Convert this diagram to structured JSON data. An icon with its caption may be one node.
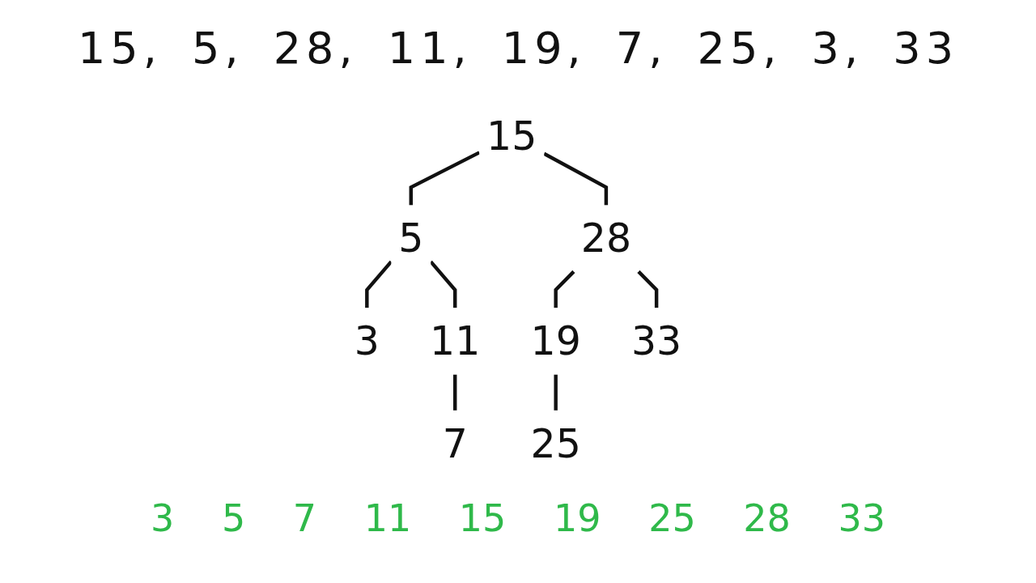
{
  "diagram": {
    "nodes": [
      {
        "text": [
          "15"
        ]
      },
      {
        "text": [
          "5"
        ]
      },
      {
        "text": [
          "28"
        ]
      },
      {
        "text": [
          "3"
        ]
      },
      {
        "text": [
          "11"
        ]
      },
      {
        "text": [
          "19"
        ]
      },
      {
        "text": [
          "33"
        ]
      },
      {
        "text": [
          "7"
        ]
      },
      {
        "text": [
          "25"
        ]
      }
    ],
    "edges": [
      {
        "from": 0,
        "to": 1,
        "arrow": "none"
      },
      {
        "from": 0,
        "to": 2,
        "arrow": "none"
      },
      {
        "from": 1,
        "to": 3,
        "arrow": "none"
      },
      {
        "from": 1,
        "to": 4,
        "arrow": "none"
      },
      {
        "from": 2,
        "to": 5,
        "arrow": "none"
      },
      {
        "from": 2,
        "to": 6,
        "arrow": "none"
      },
      {
        "from": 4,
        "to": 7,
        "arrow": "none"
      },
      {
        "from": 5,
        "to": 8,
        "arrow": "none"
      }
    ],
    "labels": [
      "15, 5, 28, 11, 19, 7, 25, 3, 33",
      "3 5 7 11 15 19 25 28 33"
    ]
  }
}
